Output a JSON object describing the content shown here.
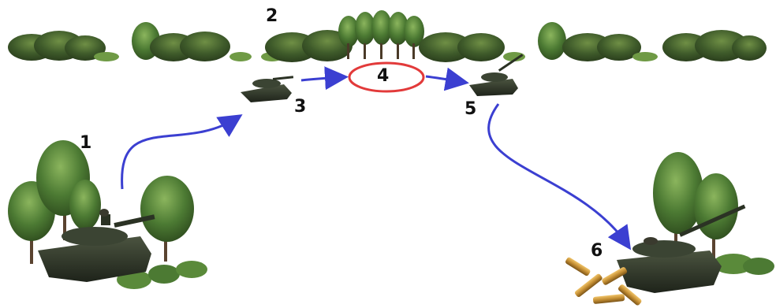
{
  "colors": {
    "path": "#3b3fd1",
    "highlight": "#e23a3a",
    "foliage_dark": "#2f4a22",
    "foliage_mid": "#4c7a33",
    "foliage_light": "#7aa453",
    "tank_body": "#2a3122",
    "shell_casing": "#b8862f"
  },
  "steps": [
    {
      "label": "1"
    },
    {
      "label": "2"
    },
    {
      "label": "3"
    },
    {
      "label": "4"
    },
    {
      "label": "5"
    },
    {
      "label": "6"
    }
  ]
}
